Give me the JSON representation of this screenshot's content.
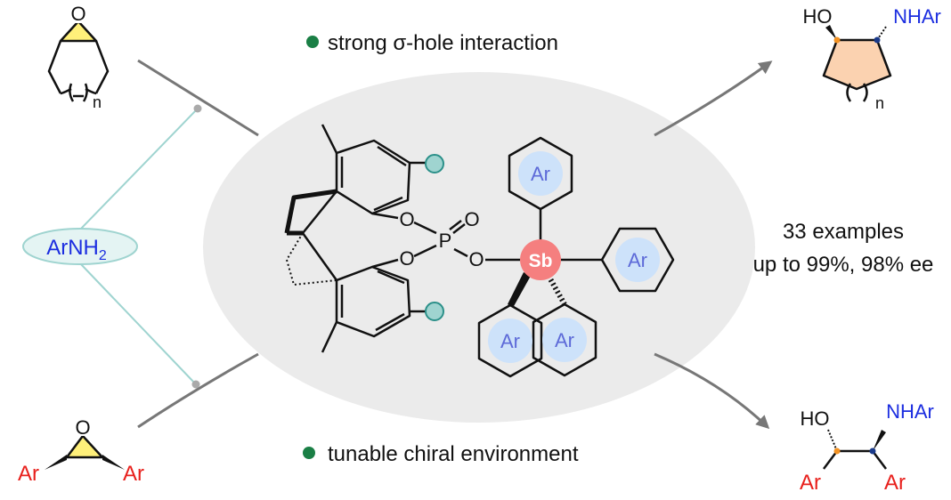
{
  "bullets": {
    "top": "strong σ-hole interaction",
    "bottom": "tunable chiral environment"
  },
  "bullet_color": "#1a7f45",
  "nucleophile": {
    "label": "ArNH",
    "subscript": "2"
  },
  "results": {
    "examples": "33 examples",
    "yield_ee": "up to 99%, 98% ee"
  },
  "substrate_meso_cyclic": {
    "atom_o": "O",
    "ring_index": "n"
  },
  "substrate_stilbene_oxide": {
    "atom_o": "O",
    "left_ar": "Ar",
    "right_ar": "Ar"
  },
  "product_cyclic": {
    "ho": "HO",
    "nhar": "NHAr",
    "ring_index": "n"
  },
  "product_acyclic": {
    "ho": "HO",
    "nhar": "NHAr",
    "left_ar": "Ar",
    "right_ar": "Ar"
  },
  "catalyst": {
    "o1": "O",
    "o2": "O",
    "o_dbl": "O",
    "o_link": "O",
    "p": "P",
    "sb": "Sb",
    "ar_top": "Ar",
    "ar_right": "Ar",
    "ar_bl": "Ar",
    "ar_br": "Ar"
  },
  "colors": {
    "red": "#e8201c",
    "blue": "#1c2ee0",
    "yellow": "#fff07a",
    "peach": "#fbd2b0",
    "sb": "#f57f7f",
    "ar_circle": "#cde2fa",
    "ar_text": "#5d6ad8",
    "teal": "#9fd4d0",
    "ellipse": "#ebebeb"
  }
}
